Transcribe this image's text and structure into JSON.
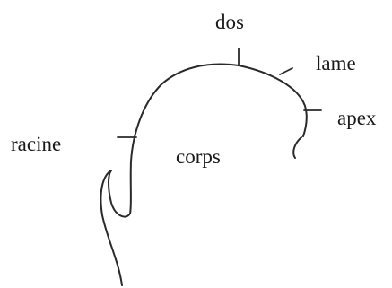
{
  "labels": {
    "dos": "dos",
    "lame": "lame",
    "apex": "apex",
    "racine": "racine",
    "corps": "corps"
  },
  "colors": {
    "ink": "#2a2a2a",
    "background": "#ffffff"
  }
}
